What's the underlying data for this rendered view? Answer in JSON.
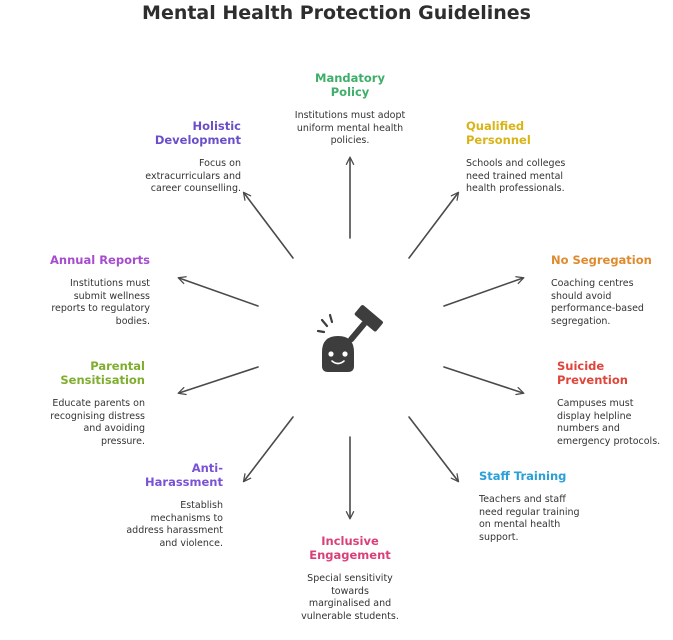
{
  "title": "Mental Health Protection Guidelines",
  "center_icon": "gavel-icon",
  "arrow_color": "#4a4a4a",
  "nodes": [
    {
      "id": "mandatory-policy",
      "head_lines": [
        "Mandatory",
        "Policy"
      ],
      "body_lines": [
        "Institutions must adopt",
        "uniform mental health",
        "policies."
      ],
      "color": "#3fae6a"
    },
    {
      "id": "qualified-personnel",
      "head_lines": [
        "Qualified",
        "Personnel"
      ],
      "body_lines": [
        "Schools and colleges",
        "need trained mental",
        "health professionals."
      ],
      "color": "#d9b417"
    },
    {
      "id": "no-segregation",
      "head_lines": [
        "No Segregation"
      ],
      "body_lines": [
        "Coaching centres",
        "should avoid",
        "performance-based",
        "segregation."
      ],
      "color": "#e08a2e"
    },
    {
      "id": "suicide-prevention",
      "head_lines": [
        "Suicide",
        "Prevention"
      ],
      "body_lines": [
        "Campuses must",
        "display helpline",
        "numbers and",
        "emergency protocols."
      ],
      "color": "#e0453a"
    },
    {
      "id": "staff-training",
      "head_lines": [
        "Staff Training"
      ],
      "body_lines": [
        "Teachers and staff",
        "need regular training",
        "on mental health",
        "support."
      ],
      "color": "#2a9fd8"
    },
    {
      "id": "inclusive-engagement",
      "head_lines": [
        "Inclusive",
        "Engagement"
      ],
      "body_lines": [
        "Special sensitivity",
        "towards",
        "marginalised and",
        "vulnerable students."
      ],
      "color": "#d9407a"
    },
    {
      "id": "anti-harassment",
      "head_lines": [
        "Anti-",
        "Harassment"
      ],
      "body_lines": [
        "Establish",
        "mechanisms to",
        "address harassment",
        "and violence."
      ],
      "color": "#7a52d6"
    },
    {
      "id": "parental-sensitisation",
      "head_lines": [
        "Parental",
        "Sensitisation"
      ],
      "body_lines": [
        "Educate parents on",
        "recognising distress",
        "and avoiding",
        "pressure."
      ],
      "color": "#7fae2e"
    },
    {
      "id": "annual-reports",
      "head_lines": [
        "Annual Reports"
      ],
      "body_lines": [
        "Institutions must",
        "submit wellness",
        "reports to regulatory",
        "bodies."
      ],
      "color": "#a64ccf"
    },
    {
      "id": "holistic-development",
      "head_lines": [
        "Holistic",
        "Development"
      ],
      "body_lines": [
        "Focus on",
        "extracurriculars and",
        "career counselling."
      ],
      "color": "#6a4fc9"
    }
  ]
}
